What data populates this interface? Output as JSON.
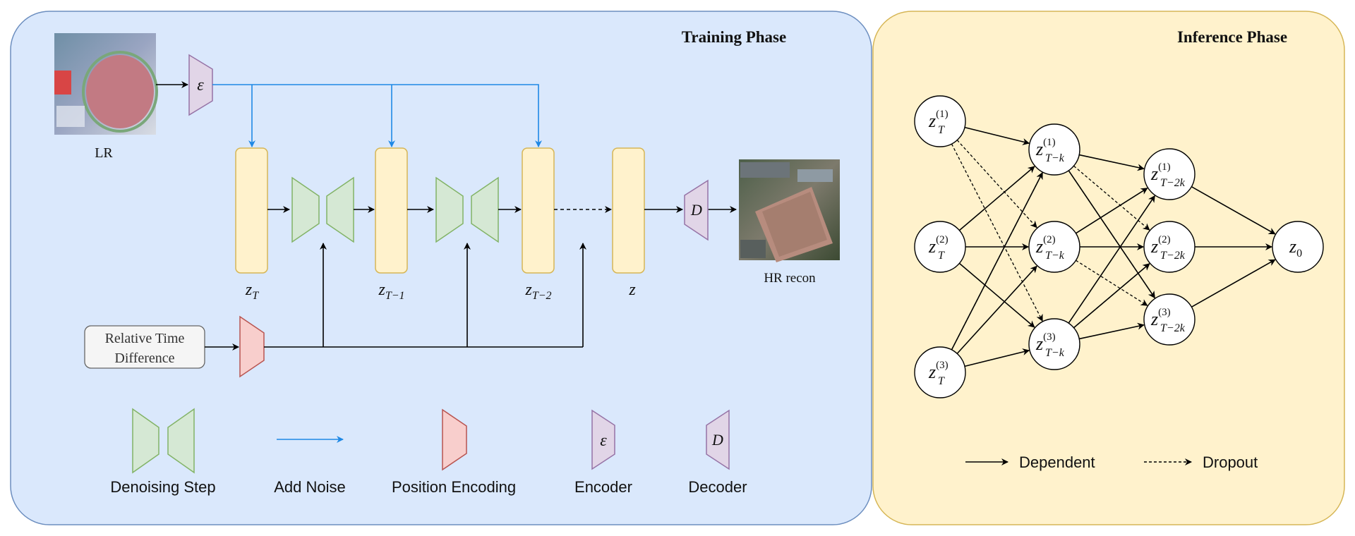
{
  "training": {
    "title": "Training Phase",
    "lr_label": "LR",
    "hr_label": "HR recon",
    "encoder_symbol": "ε",
    "decoder_symbol": "D",
    "rtd_line1": "Relative Time",
    "rtd_line2": "Difference",
    "latents": [
      {
        "base": "z",
        "sub": "T"
      },
      {
        "base": "z",
        "sub": "T−1"
      },
      {
        "base": "z",
        "sub": "T−2"
      },
      {
        "base": "z",
        "sub": ""
      }
    ]
  },
  "legend": {
    "denoising": "Denoising Step",
    "add_noise": "Add Noise",
    "position_encoding": "Position Encoding",
    "encoder": "Encoder",
    "encoder_symbol": "ε",
    "decoder": "Decoder",
    "decoder_symbol": "D"
  },
  "inference": {
    "title": "Inference Phase",
    "nodes": [
      {
        "id": "zT1",
        "base": "z",
        "sub": "T",
        "sup": "(1)"
      },
      {
        "id": "zT2",
        "base": "z",
        "sub": "T",
        "sup": "(2)"
      },
      {
        "id": "zT3",
        "base": "z",
        "sub": "T",
        "sup": "(3)"
      },
      {
        "id": "zTk1",
        "base": "z",
        "sub": "T−k",
        "sup": "(1)"
      },
      {
        "id": "zTk2",
        "base": "z",
        "sub": "T−k",
        "sup": "(2)"
      },
      {
        "id": "zTk3",
        "base": "z",
        "sub": "T−k",
        "sup": "(3)"
      },
      {
        "id": "zT2k1",
        "base": "z",
        "sub": "T−2k",
        "sup": "(1)"
      },
      {
        "id": "zT2k2",
        "base": "z",
        "sub": "T−2k",
        "sup": "(2)"
      },
      {
        "id": "zT2k3",
        "base": "z",
        "sub": "T−2k",
        "sup": "(3)"
      },
      {
        "id": "z0",
        "base": "z",
        "sub": "0",
        "sup": ""
      }
    ],
    "dependent_edges": [
      [
        "zT1",
        "zTk1"
      ],
      [
        "zT2",
        "zTk1"
      ],
      [
        "zT3",
        "zTk1"
      ],
      [
        "zT2",
        "zTk2"
      ],
      [
        "zT3",
        "zTk2"
      ],
      [
        "zT2",
        "zTk3"
      ],
      [
        "zT3",
        "zTk3"
      ],
      [
        "zTk1",
        "zT2k1"
      ],
      [
        "zTk2",
        "zT2k1"
      ],
      [
        "zTk3",
        "zT2k1"
      ],
      [
        "zTk2",
        "zT2k2"
      ],
      [
        "zTk3",
        "zT2k2"
      ],
      [
        "zTk1",
        "zT2k3"
      ],
      [
        "zTk3",
        "zT2k3"
      ],
      [
        "zT2k1",
        "z0"
      ],
      [
        "zT2k2",
        "z0"
      ],
      [
        "zT2k3",
        "z0"
      ]
    ],
    "dropout_edges": [
      [
        "zT1",
        "zTk2"
      ],
      [
        "zT1",
        "zTk3"
      ],
      [
        "zT3",
        "zTk1"
      ],
      [
        "zTk1",
        "zT2k2"
      ],
      [
        "zTk1",
        "zT2k3"
      ],
      [
        "zTk2",
        "zT2k3"
      ],
      [
        "zTk3",
        "zT2k2"
      ]
    ],
    "legend_dependent": "Dependent",
    "legend_dropout": "Dropout"
  },
  "colors": {
    "training_bg": "#dae8fc",
    "training_border": "#6c8ebf",
    "inference_bg": "#fff2cc",
    "inference_border": "#d6b656",
    "latent_fill": "#fff2cc",
    "latent_border": "#d6b656",
    "unet_fill": "#d5e8d4",
    "unet_border": "#82b366",
    "coder_fill": "#e1d5e7",
    "coder_border": "#9673a6",
    "pe_fill": "#f8cecc",
    "pe_border": "#b85450",
    "noise_arrow": "#1e88e5"
  }
}
